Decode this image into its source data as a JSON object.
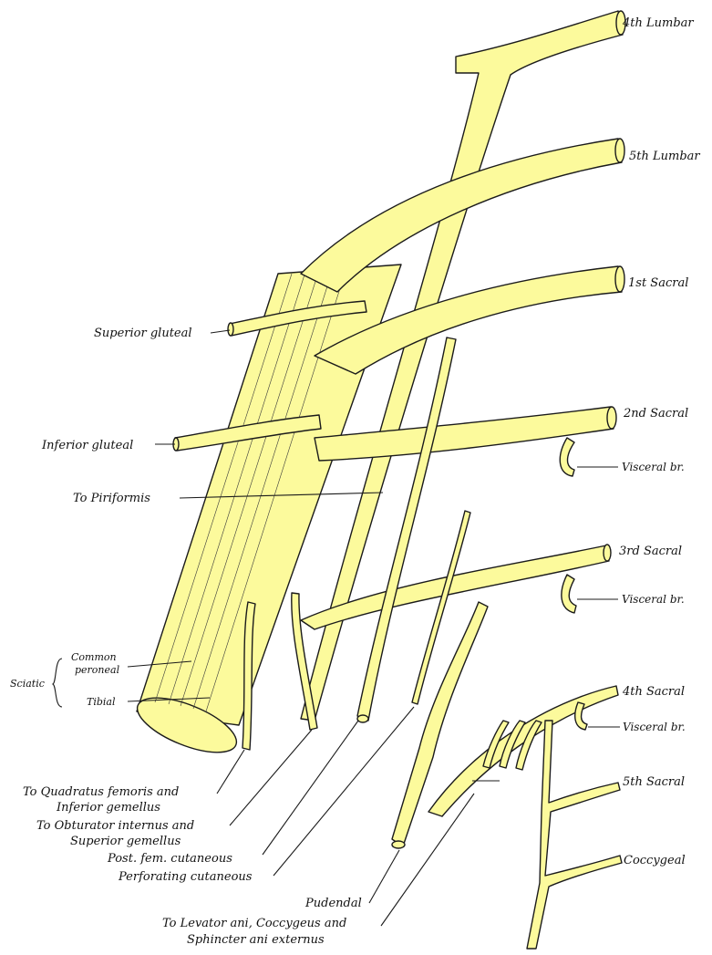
{
  "colors": {
    "nerve": "#fcfa9c",
    "outline": "#1b1b1b",
    "background": "#ffffff"
  },
  "roots": {
    "l4": "4th Lumbar",
    "l5": "5th Lumbar",
    "s1": "1st Sacral",
    "s2": "2nd Sacral",
    "s3": "3rd Sacral",
    "s4": "4th Sacral",
    "s5": "5th Sacral",
    "coccygeal": "Coccygeal"
  },
  "visceral": {
    "s2": "Visceral br.",
    "s3": "Visceral br.",
    "s4": "Visceral br."
  },
  "branches": {
    "superior_gluteal": "Superior gluteal",
    "inferior_gluteal": "Inferior gluteal",
    "to_piriformis": "To Piriformis",
    "sciatic": "Sciatic",
    "common_peroneal_1": "Common",
    "common_peroneal_2": "peroneal",
    "tibial": "Tibial",
    "quadratus_1": "To Quadratus femoris and",
    "quadratus_2": "Inferior gemellus",
    "obturator_1": "To Obturator internus and",
    "obturator_2": "Superior gemellus",
    "post_fem": "Post. fem. cutaneous",
    "perforating": "Perforating cutaneous",
    "pudendal": "Pudendal",
    "levator_1": "To Levator ani, Coccygeus and",
    "levator_2": "Sphincter ani externus"
  }
}
